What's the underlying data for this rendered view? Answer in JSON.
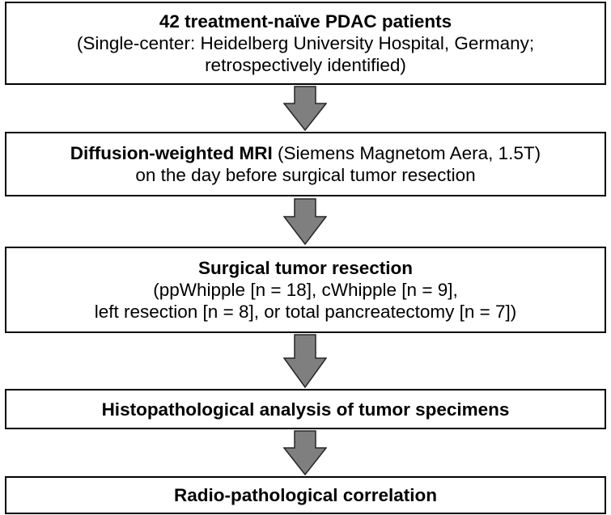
{
  "boxes": {
    "patients": {
      "title": "42 treatment-naïve PDAC patients",
      "line2": "(Single-center: Heidelberg University Hospital, Germany;",
      "line3": "retrospectively identified)"
    },
    "mri": {
      "title": "Diffusion-weighted MRI",
      "title_suffix": " (Siemens Magnetom Aera, 1.5T)",
      "line2": "on the day before surgical tumor resection"
    },
    "resection": {
      "title": "Surgical tumor resection",
      "line2": "(ppWhipple [n = 18], cWhipple [n = 9],",
      "line3": "left resection [n = 8], or total pancreatectomy [n = 7])"
    },
    "histopathology": {
      "title": "Histopathological analysis of tumor specimens"
    },
    "correlation": {
      "title": "Radio-pathological correlation"
    }
  },
  "colors": {
    "arrow_fill": "#7f7f7f",
    "arrow_stroke": "#262626",
    "box_border": "#000000"
  }
}
